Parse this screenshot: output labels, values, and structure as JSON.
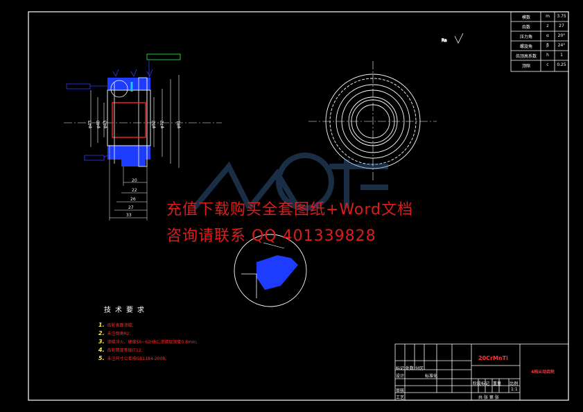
{
  "watermark": {
    "line1": "充值下载购买全套图纸+Word文档",
    "line2": "咨询请联系  QQ 401339828"
  },
  "technical_requirements": {
    "title": "技术要求",
    "items": [
      {
        "num": "1.",
        "text": "齿轮表面渗碳;"
      },
      {
        "num": "2.",
        "text": "未注倒角R2;"
      },
      {
        "num": "3.",
        "text": "渗碳淬火、硬度56~62HRC,渗碳层深度0.8mm;"
      },
      {
        "num": "4.",
        "text": "齿轮精度等级IT12;"
      },
      {
        "num": "5.",
        "text": "未注尺寸公差按GB1184-2008。"
      }
    ]
  },
  "param_table": {
    "rows": [
      {
        "name": "模数",
        "sym": "m",
        "val": "3.75"
      },
      {
        "name": "齿数",
        "sym": "z",
        "val": "27"
      },
      {
        "name": "压力角",
        "sym": "α",
        "val": "20°"
      },
      {
        "name": "螺旋角",
        "sym": "β",
        "val": "24°"
      },
      {
        "name": "齿顶高系数",
        "sym": "h",
        "val": "1"
      },
      {
        "name": "顶隙",
        "sym": "c",
        "val": "0.25"
      }
    ]
  },
  "title_block": {
    "material": "20CrMnTi",
    "part_name": "4档从动齿轮",
    "design": "设计",
    "process": "工艺",
    "review": "审核",
    "stage": "阶段标记",
    "weight": "重量",
    "scale": "比例",
    "scale_val": "1:1",
    "sheet": "共  张  第  张",
    "std": "标准化",
    "marks": "标记 处数 分区"
  },
  "dims": {
    "d20": "20",
    "d22": "22",
    "d26": "26",
    "d27": "27",
    "d33": "33",
    "phi1": "φ43",
    "phi2": "φ40",
    "phi3": "φ52",
    "phi4": "φ72",
    "phi5": "φ81",
    "phi6": "φ43",
    "rough": "Ra6.3"
  },
  "colors": {
    "frame": "#ffffff",
    "cyan": "#22c6e8",
    "blue": "#2f3cff",
    "red": "#ff2222",
    "yellow": "#ffee44",
    "green": "#22ff44"
  }
}
